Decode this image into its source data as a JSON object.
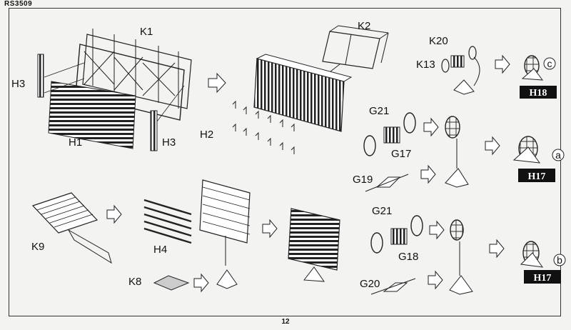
{
  "header": {
    "code": "RS3509"
  },
  "footer": {
    "page_number": "12"
  },
  "labels": {
    "k1": "K1",
    "k2": "K2",
    "k20": "K20",
    "k13": "K13",
    "h3_left": "H3",
    "h3_right": "H3",
    "h1": "H1",
    "h2": "H2",
    "g21_top": "G21",
    "g17": "G17",
    "g19": "G19",
    "k9": "K9",
    "h4": "H4",
    "k8": "K8",
    "g21_bottom": "G21",
    "g18": "G18",
    "g20": "G20"
  },
  "result_tags": {
    "top": "H18",
    "middle": "H17",
    "bottom": "H17"
  },
  "variant_marks": {
    "top": "c",
    "middle": "a",
    "bottom": "b"
  }
}
